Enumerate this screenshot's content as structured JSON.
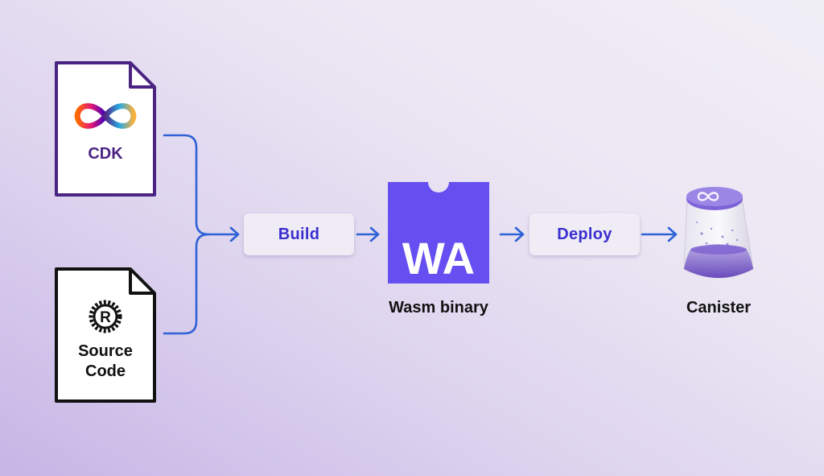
{
  "files": {
    "cdk": {
      "label": "CDK",
      "border": "#4b2382",
      "text": "#4b2382"
    },
    "source": {
      "label_line1": "Source",
      "label_line2": "Code",
      "border": "#111111",
      "text": "#111111"
    }
  },
  "steps": {
    "build": {
      "label": "Build"
    },
    "deploy": {
      "label": "Deploy"
    }
  },
  "wasm": {
    "logo_text": "WA",
    "caption": "Wasm binary",
    "color": "#654ff0"
  },
  "canister": {
    "caption": "Canister"
  },
  "colors": {
    "arrow": "#2f62d6",
    "pill_text": "#3b2fd0",
    "caption": "#111111"
  },
  "icons": [
    "infinity-logo-icon",
    "rust-logo-icon",
    "arrow-icon",
    "canister-icon"
  ]
}
